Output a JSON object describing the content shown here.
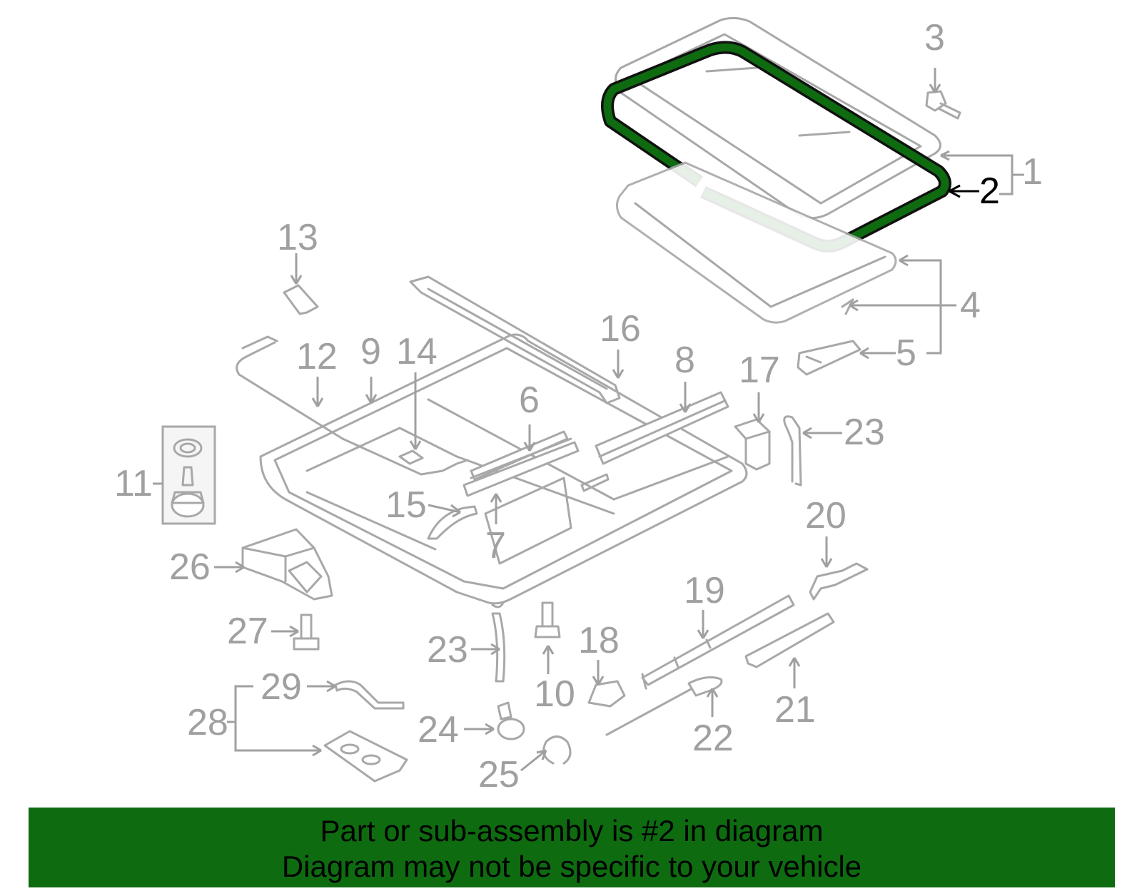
{
  "callouts": {
    "c1": "1",
    "c2": "2",
    "c3": "3",
    "c4": "4",
    "c5": "5",
    "c6": "6",
    "c7": "7",
    "c8": "8",
    "c9": "9",
    "c10": "10",
    "c11": "11",
    "c12": "12",
    "c13": "13",
    "c14": "14",
    "c15": "15",
    "c16": "16",
    "c17": "17",
    "c18": "18",
    "c19": "19",
    "c20": "20",
    "c21": "21",
    "c22": "22",
    "c23a": "23",
    "c23b": "23",
    "c24": "24",
    "c25": "25",
    "c26": "26",
    "c27": "27",
    "c28": "28",
    "c29": "29"
  },
  "highlight": {
    "part_number": "2",
    "color": "#0e6b10"
  },
  "footer": {
    "line1": "Part or sub-assembly is #2 in diagram",
    "line2": "Diagram may not be specific to your vehicle",
    "background": "#0e6b10"
  }
}
